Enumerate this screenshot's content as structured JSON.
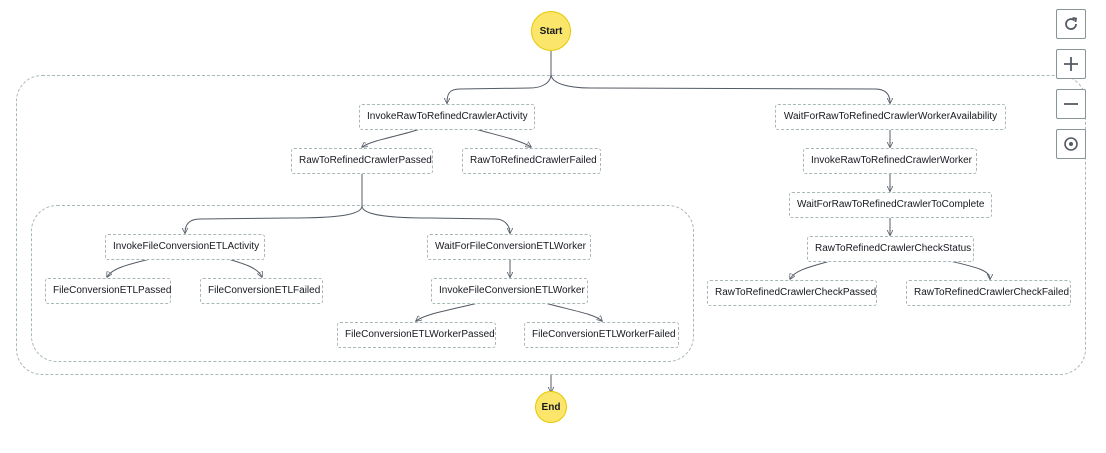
{
  "nodes": {
    "start": "Start",
    "end": "End",
    "invoke_raw_activity": "InvokeRawToRefinedCrawlerActivity",
    "raw_passed": "RawToRefinedCrawlerPassed",
    "raw_failed": "RawToRefinedCrawlerFailed",
    "invoke_fc_activity": "InvokeFileConversionETLActivity",
    "fc_passed": "FileConversionETLPassed",
    "fc_failed": "FileConversionETLFailed",
    "wait_fc_worker": "WaitForFileConversionETLWorker",
    "invoke_fc_worker": "InvokeFileConversionETLWorker",
    "fc_worker_passed": "FileConversionETLWorkerPassed",
    "fc_worker_failed": "FileConversionETLWorkerFailed",
    "wait_raw_availability": "WaitForRawToRefinedCrawlerWorkerAvailability",
    "invoke_raw_worker": "InvokeRawToRefinedCrawlerWorker",
    "wait_raw_complete": "WaitForRawToRefinedCrawlerToComplete",
    "raw_check_status": "RawToRefinedCrawlerCheckStatus",
    "raw_check_passed": "RawToRefinedCrawlerCheckPassed",
    "raw_check_failed": "RawToRefinedCrawlerCheckFailed"
  },
  "controls": {
    "refresh_icon": "refresh-icon",
    "zoom_in_icon": "plus-icon",
    "zoom_out_icon": "minus-icon",
    "center_icon": "center-icon"
  },
  "colors": {
    "terminal_fill": "#fbe56b",
    "terminal_stroke": "#e7c800",
    "edge": "#545b64",
    "node_border": "#aab7b8"
  }
}
